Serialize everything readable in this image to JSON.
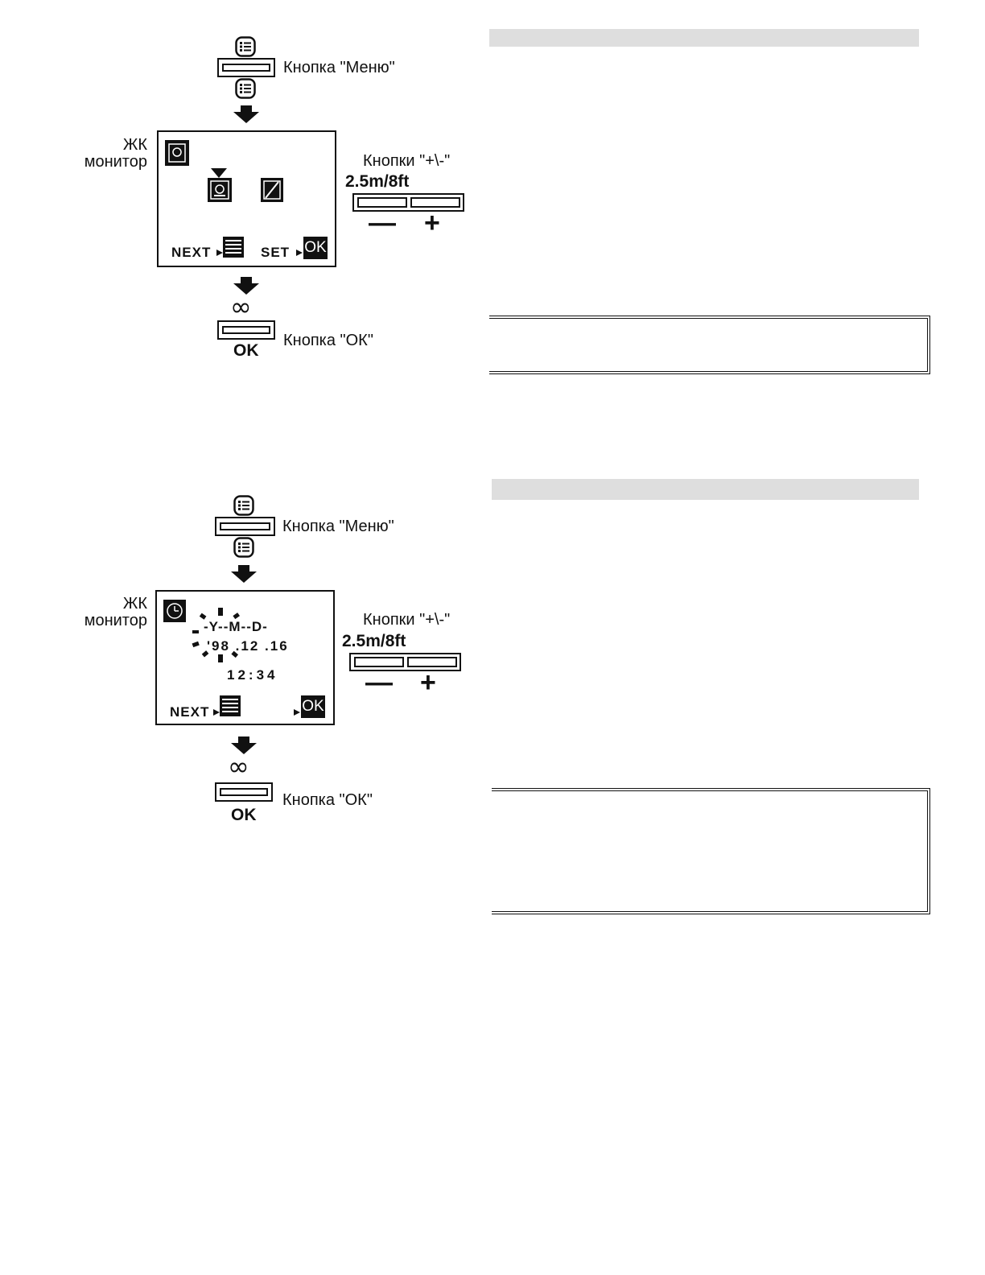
{
  "panels": [
    {
      "menu_label": "Кнопка \"Меню\"",
      "lcd_label": "ЖК\nмонитор",
      "pm_label": "Кнопки \"+\\-\"",
      "pm_range": "2.5m/8ft",
      "minus": "—",
      "plus": "+",
      "ok_label": "Кнопка \"ОК\"",
      "ok_caption": "OK",
      "infinity": "∞",
      "lcd_next": "NEXT",
      "lcd_set": "SET",
      "lcd_ok": "OK"
    },
    {
      "menu_label": "Кнопка \"Меню\"",
      "lcd_label": "ЖК\nмонитор",
      "pm_label": "Кнопки \"+\\-\"",
      "pm_range": "2.5m/8ft",
      "minus": "—",
      "plus": "+",
      "ok_label": "Кнопка \"ОК\"",
      "ok_caption": "OK",
      "infinity": "∞",
      "lcd_next": "NEXT",
      "lcd_ok": "OK",
      "lcd_ymd": "-Y--M--D-",
      "lcd_date": "'98 .12 .16",
      "lcd_time": "12:34"
    }
  ],
  "icons": [
    "menu-icon",
    "down-arrow-icon",
    "flash-icon",
    "flash-off-icon",
    "clock-icon",
    "ok-icon"
  ]
}
